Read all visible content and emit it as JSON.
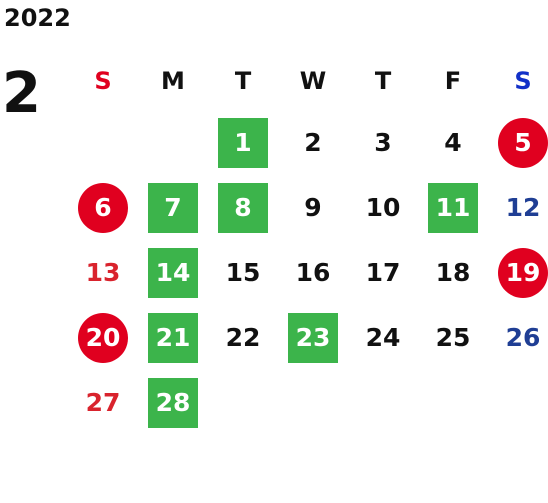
{
  "year": "2022",
  "month": "2",
  "colors": {
    "sunday_text": "#d9232d",
    "saturday_text": "#1f3e94",
    "green_box": "#3cb44b",
    "red_circle": "#e0001f"
  },
  "weekdays": [
    {
      "label": "S",
      "color": "#e0001f"
    },
    {
      "label": "M",
      "color": "#111111"
    },
    {
      "label": "T",
      "color": "#111111"
    },
    {
      "label": "W",
      "color": "#111111"
    },
    {
      "label": "T",
      "color": "#111111"
    },
    {
      "label": "F",
      "color": "#111111"
    },
    {
      "label": "S",
      "color": "#1230c8"
    }
  ],
  "weeks": [
    [
      {
        "day": "",
        "style": "empty"
      },
      {
        "day": "",
        "style": "empty"
      },
      {
        "day": "1",
        "style": "green"
      },
      {
        "day": "2",
        "style": "plain"
      },
      {
        "day": "3",
        "style": "plain"
      },
      {
        "day": "4",
        "style": "plain"
      },
      {
        "day": "5",
        "style": "red"
      }
    ],
    [
      {
        "day": "6",
        "style": "red"
      },
      {
        "day": "7",
        "style": "green"
      },
      {
        "day": "8",
        "style": "green"
      },
      {
        "day": "9",
        "style": "plain"
      },
      {
        "day": "10",
        "style": "plain"
      },
      {
        "day": "11",
        "style": "green"
      },
      {
        "day": "12",
        "style": "sat"
      }
    ],
    [
      {
        "day": "13",
        "style": "sun"
      },
      {
        "day": "14",
        "style": "green"
      },
      {
        "day": "15",
        "style": "plain"
      },
      {
        "day": "16",
        "style": "plain"
      },
      {
        "day": "17",
        "style": "plain"
      },
      {
        "day": "18",
        "style": "plain"
      },
      {
        "day": "19",
        "style": "red"
      }
    ],
    [
      {
        "day": "20",
        "style": "red"
      },
      {
        "day": "21",
        "style": "green"
      },
      {
        "day": "22",
        "style": "plain"
      },
      {
        "day": "23",
        "style": "green"
      },
      {
        "day": "24",
        "style": "plain"
      },
      {
        "day": "25",
        "style": "plain"
      },
      {
        "day": "26",
        "style": "sat"
      }
    ],
    [
      {
        "day": "27",
        "style": "sun"
      },
      {
        "day": "28",
        "style": "green"
      },
      {
        "day": "",
        "style": "empty"
      },
      {
        "day": "",
        "style": "empty"
      },
      {
        "day": "",
        "style": "empty"
      },
      {
        "day": "",
        "style": "empty"
      },
      {
        "day": "",
        "style": "empty"
      }
    ]
  ]
}
